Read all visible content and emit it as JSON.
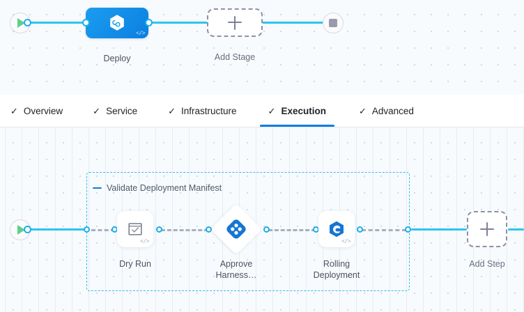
{
  "theme": {
    "accent_blue": "#0b7fe0",
    "wire_blue": "#2cc5f0",
    "group_border": "#3ab6ef",
    "play_green": "#5fd08a",
    "stop_gray": "#9b9aad",
    "dashed_gray": "#8e90a8",
    "canvas_bg": "#f7fbfd"
  },
  "stage_canvas": {
    "start_node": {
      "icon": "play-icon"
    },
    "end_node": {
      "icon": "stop-icon"
    },
    "stage": {
      "label": "Deploy",
      "icon": "harness-deploy-hexagon-icon",
      "code_badge": "</>"
    },
    "add_stage": {
      "label": "Add Stage",
      "icon": "plus-icon"
    }
  },
  "tabs": [
    {
      "label": "Overview",
      "check": "✓",
      "active": false
    },
    {
      "label": "Service",
      "check": "✓",
      "active": false
    },
    {
      "label": "Infrastructure",
      "check": "✓",
      "active": false
    },
    {
      "label": "Execution",
      "check": "✓",
      "active": true
    },
    {
      "label": "Advanced",
      "check": "✓",
      "active": false
    }
  ],
  "execution_canvas": {
    "start_node": {
      "icon": "play-icon"
    },
    "group": {
      "title": "Validate Deployment Manifest",
      "collapse_icon": "minus-icon"
    },
    "steps": [
      {
        "label": "Dry Run",
        "icon": "window-check-icon",
        "shape": "rounded",
        "code_badge": "</>"
      },
      {
        "label": "Approve\nHarness…",
        "icon": "harness-approval-icon",
        "shape": "diamond",
        "code_badge": ""
      },
      {
        "label": "Rolling\nDeployment",
        "icon": "rolling-deploy-icon",
        "shape": "rounded",
        "code_badge": "</>"
      }
    ],
    "add_step": {
      "label": "Add Step",
      "icon": "plus-icon"
    }
  }
}
